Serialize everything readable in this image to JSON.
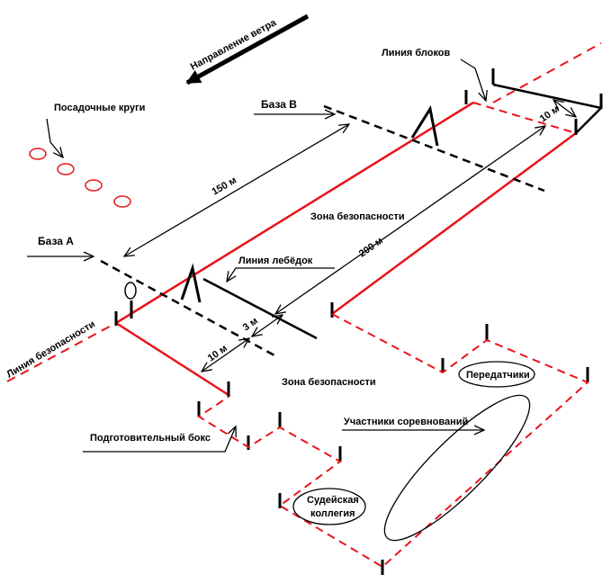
{
  "labels": {
    "wind_direction": "Направление ветра",
    "block_line": "Линия блоков",
    "landing_circles": "Посадочные круги",
    "base_b": "База В",
    "base_a": "База А",
    "dist_150": "150 м",
    "safety_zone_top": "Зона безопасности",
    "dist_200": "200 м",
    "winch_line": "Линия лебёдок",
    "dist_10_top": "10 м",
    "dist_3": "3 м",
    "dist_10_bottom": "10 м",
    "safety_line": "Линия безопасности",
    "safety_zone_bottom": "Зона безопасности",
    "transmitters": "Передатчики",
    "participants": "Участники соревнований",
    "prep_box": "Подготовительный бокс",
    "judges_line1": "Судейская",
    "judges_line2": "коллегия"
  },
  "colors": {
    "red": "#e8141b",
    "black": "#000000"
  }
}
